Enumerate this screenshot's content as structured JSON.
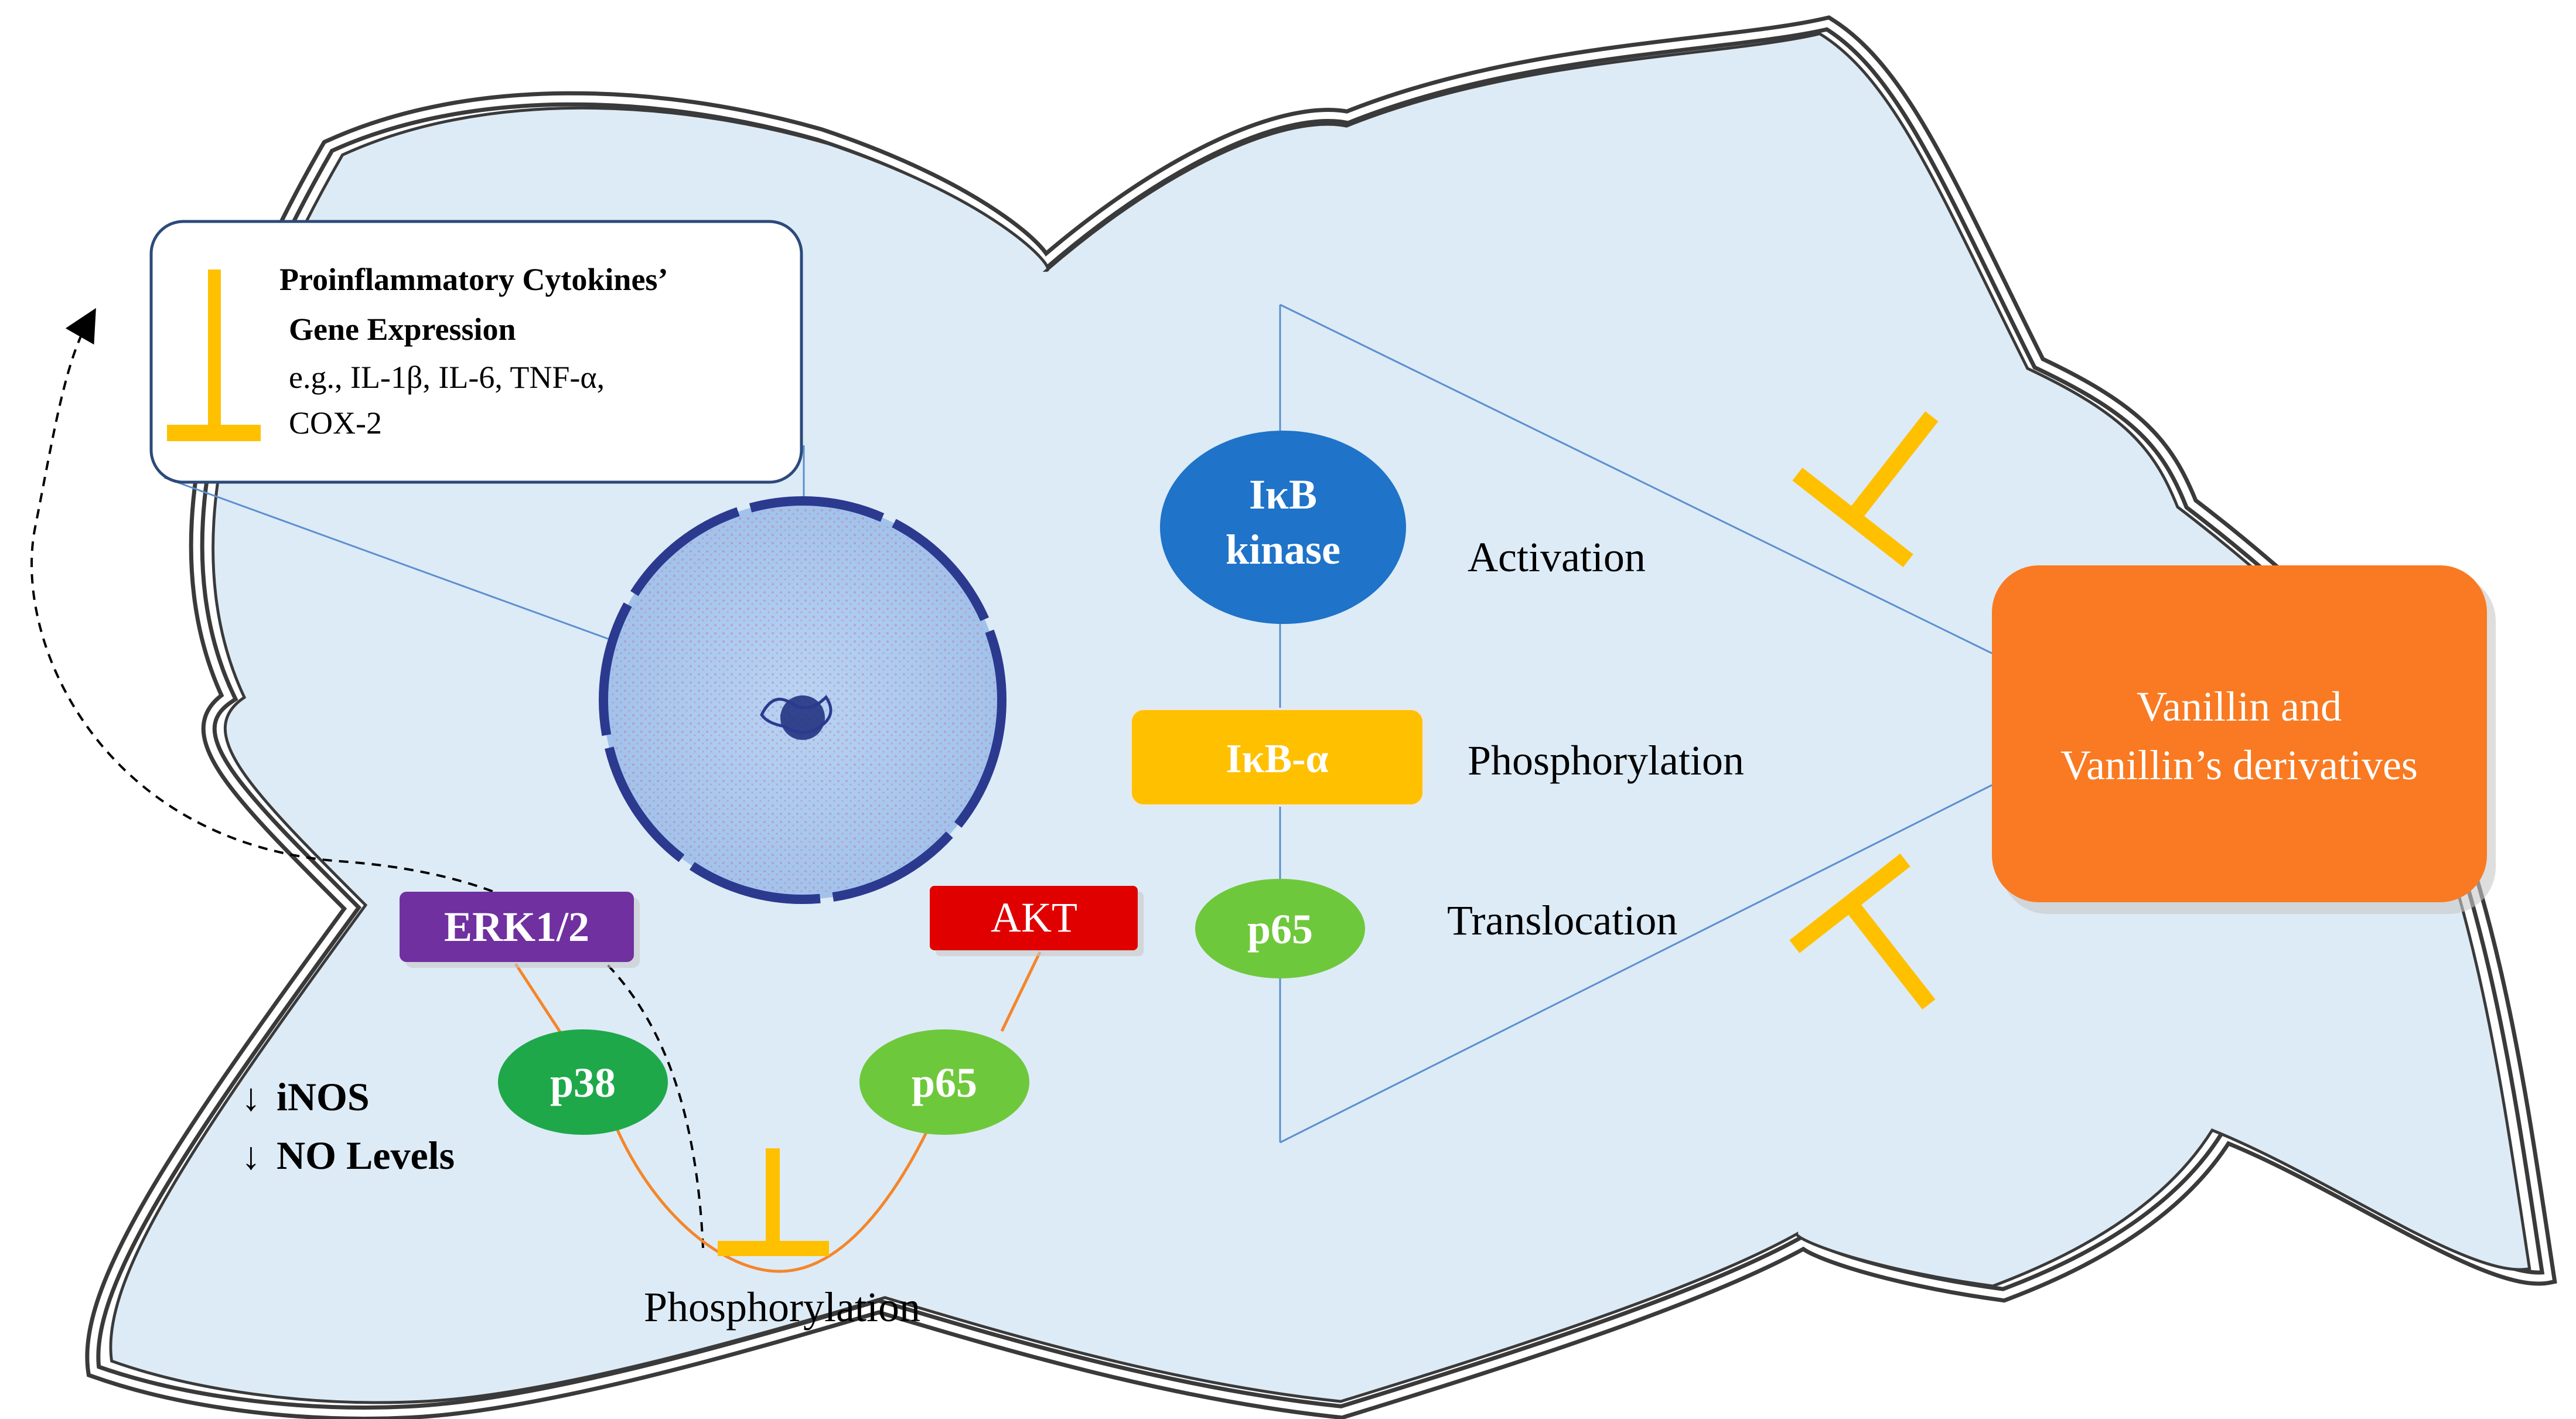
{
  "cytokine_box": {
    "title_line1": "Proinflammatory  Cytokines’",
    "title_line2": "Gene Expression",
    "examples_line1": "e.g., IL-1β, IL-6, TNF-α,",
    "examples_line2": "COX-2"
  },
  "nodes": {
    "ikb_kinase_line1": "IκB",
    "ikb_kinase_line2": "kinase",
    "ikb_alpha": "IκB-α",
    "p65_center": "p65",
    "erk": "ERK1/2",
    "akt": "AKT",
    "p38": "p38",
    "p65_lower": "p65"
  },
  "labels": {
    "activation": "Activation",
    "phosphorylation_center": "Phosphorylation",
    "translocation": "Translocation",
    "phosphorylation_bottom": "Phosphorylation",
    "inos": "iNOS",
    "no_levels": "NO Levels",
    "down_arrow": "↓"
  },
  "compound": {
    "line1": "Vanillin and",
    "line2": "Vanillin’s derivatives"
  },
  "colors": {
    "cell_fill": "#ddebf6",
    "cell_border": "#3a3a3a",
    "nucleus_fill": "#a6c8f0",
    "nucleus_border": "#2b3a8f",
    "ikb_kinase": "#1f73c8",
    "ikb_alpha": "#ffc000",
    "p65": "#6ec83c",
    "p38": "#1fa84a",
    "erk": "#7030a0",
    "akt": "#e00000",
    "compound": "#f97a22",
    "inhibitor": "#ffc000",
    "orange_line": "#f4862a",
    "blue_line": "#5b8fd0"
  }
}
